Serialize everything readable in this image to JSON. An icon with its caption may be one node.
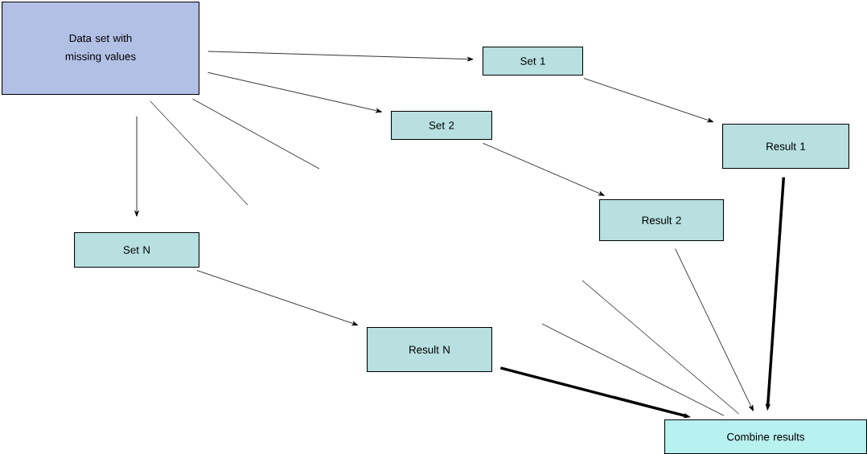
{
  "diagram": {
    "nodes": [
      {
        "text": [
          "Data set with missing values"
        ]
      },
      {
        "text": [
          "Set 1"
        ]
      },
      {
        "text": [
          "Set 2"
        ]
      },
      {
        "text": [
          "Set N"
        ]
      },
      {
        "text": [
          "Result 1"
        ]
      },
      {
        "text": [
          "Result 2"
        ]
      },
      {
        "text": [
          "Result N"
        ]
      },
      {
        "text": [
          "Combine results"
        ]
      }
    ],
    "edges": [
      {
        "from": 0,
        "to": 1,
        "arrow": "to"
      },
      {
        "from": 0,
        "to": 2,
        "arrow": "to"
      },
      {
        "from": 0,
        "to": 3,
        "arrow": "to"
      },
      {
        "from": 0,
        "to": null,
        "arrow": "none"
      },
      {
        "from": 0,
        "to": null,
        "arrow": "none"
      },
      {
        "from": 1,
        "to": 4,
        "arrow": "to"
      },
      {
        "from": 2,
        "to": 5,
        "arrow": "to"
      },
      {
        "from": 3,
        "to": 6,
        "arrow": "to"
      },
      {
        "from": 4,
        "to": 7,
        "arrow": "to",
        "style": "thick"
      },
      {
        "from": 5,
        "to": 7,
        "arrow": "to"
      },
      {
        "from": 6,
        "to": 7,
        "arrow": "to",
        "style": "thick"
      },
      {
        "from": null,
        "to": 7,
        "arrow": "none"
      },
      {
        "from": null,
        "to": 7,
        "arrow": "none"
      }
    ]
  }
}
